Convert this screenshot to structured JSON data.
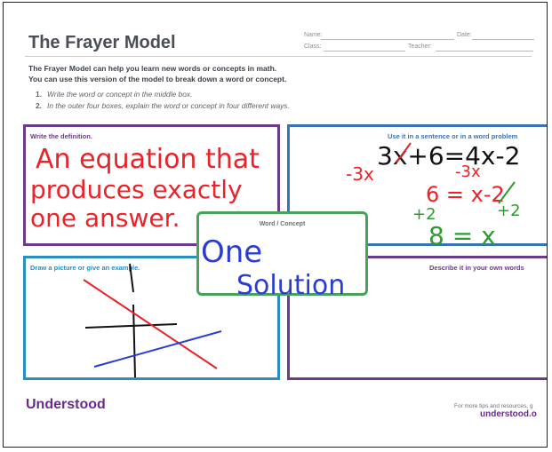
{
  "header": {
    "title": "The Frayer Model",
    "name_label": "Name:",
    "date_label": "Date:",
    "class_label": "Class:",
    "teacher_label": "Teacher:"
  },
  "intro": {
    "line1": "The Frayer Model can help you learn new words or concepts in math.",
    "line2": "You can use this version of the model to break down a word or concept.",
    "steps": [
      {
        "num": "1.",
        "text": "Write the word or concept in the middle box."
      },
      {
        "num": "2.",
        "text": "In the outer four boxes, explain the word or concept in four different ways."
      }
    ]
  },
  "boxes": {
    "definition": {
      "label": "Write the definition.",
      "color": "#6a3b86"
    },
    "sentence": {
      "label": "Use it in a sentence or in a word problem",
      "color": "#3a73b4"
    },
    "picture": {
      "label": "Draw a picture or give an example.",
      "color": "#2a8fbf"
    },
    "describe": {
      "label": "Describe it in your own words",
      "color": "#6a3b86"
    },
    "center": {
      "label": "Word / Concept",
      "color": "#4aa15a"
    }
  },
  "handwriting": {
    "definition_lines": [
      "An equation that",
      "produces exactly",
      "one answer."
    ],
    "word_lines": [
      "One",
      "Solution"
    ],
    "equation": "3x+6=4x-2",
    "step1_left": "-3x",
    "step1_right": "-3x",
    "step2": "6 = x-2",
    "step3_left": "+2",
    "step3_right": "+2",
    "result": "8 = x"
  },
  "footer": {
    "logo": "Understood",
    "tips": "For more tips and resources, g",
    "link": "understood.o"
  }
}
